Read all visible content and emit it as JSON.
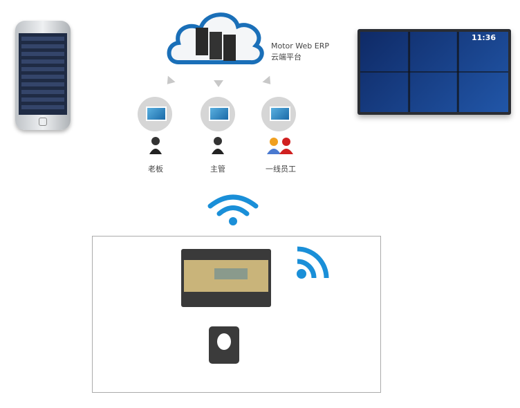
{
  "cloud": {
    "title": "Motor Web ERP",
    "subtitle": "云端平台"
  },
  "roles": [
    {
      "label": "老板"
    },
    {
      "label": "主管"
    },
    {
      "label": "一线员工"
    }
  ],
  "wall_display": {
    "time": "11:36"
  },
  "colors": {
    "wifi": "#1a8fd8",
    "cloud_border": "#1a6fb8"
  }
}
